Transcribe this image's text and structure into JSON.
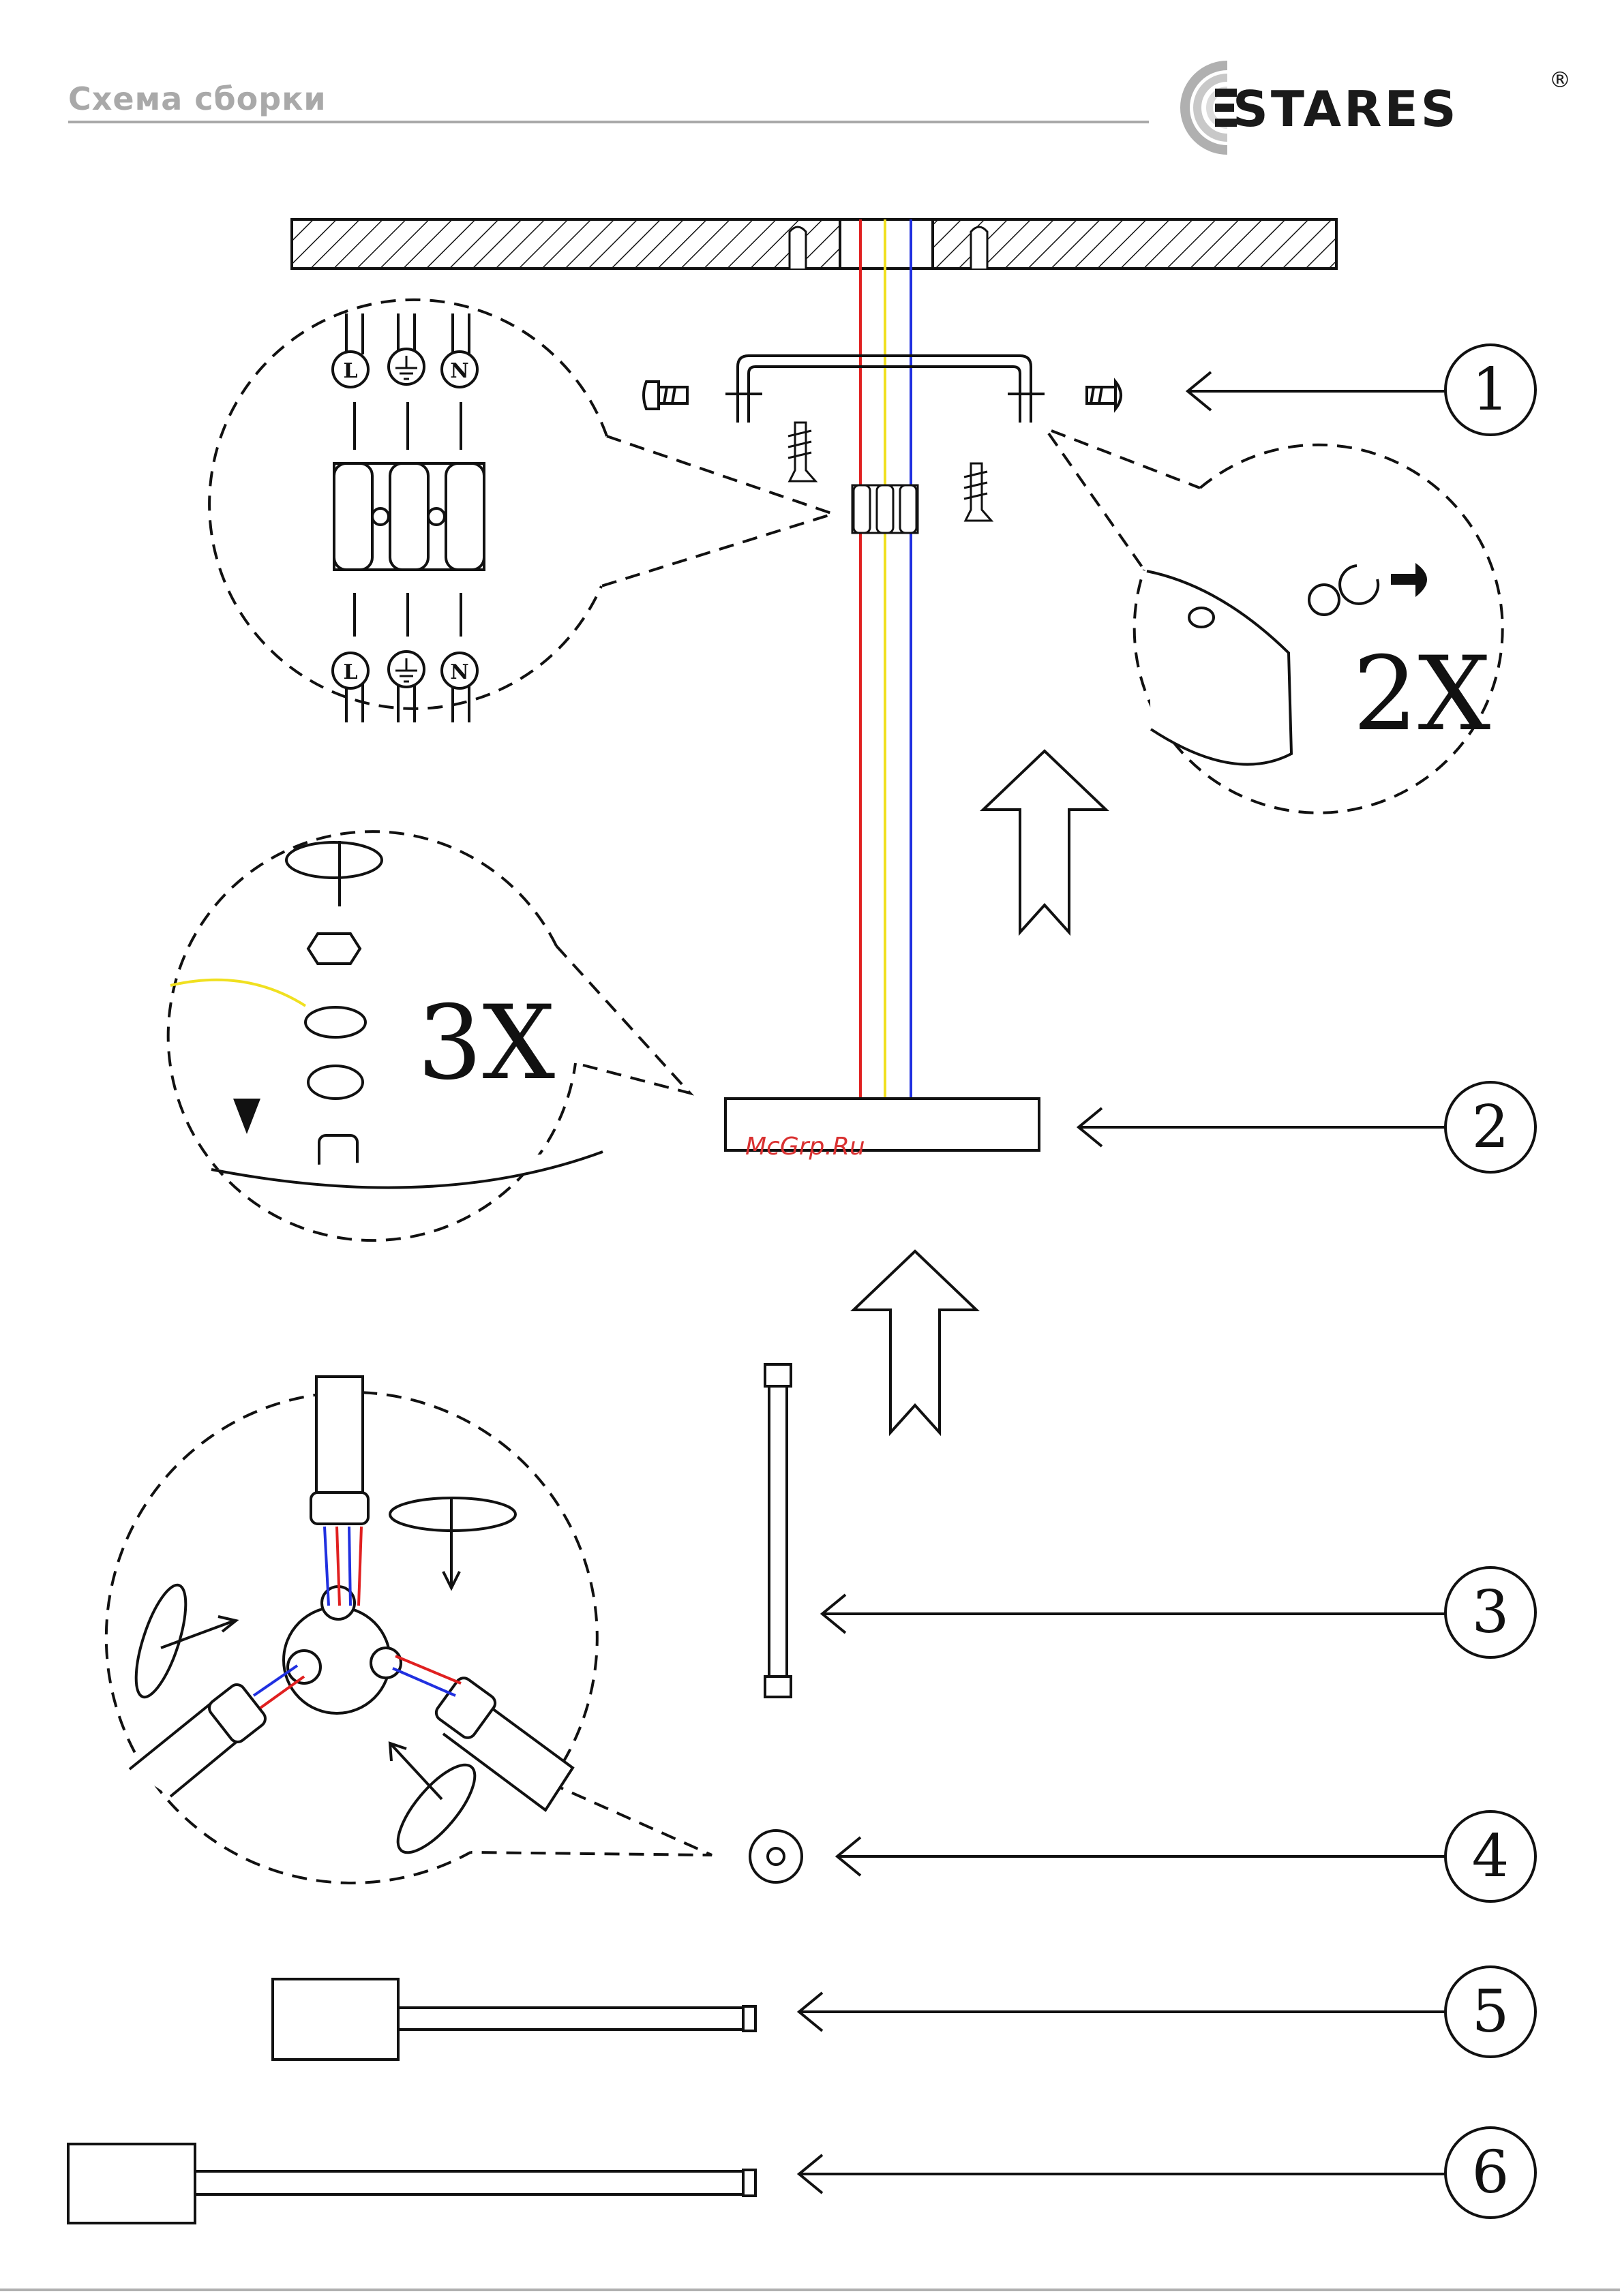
{
  "header": {
    "title": "Схема сборки"
  },
  "brand": {
    "name": "STARES",
    "registered_mark": "®"
  },
  "watermark": {
    "text": "McGrp.Ru"
  },
  "callouts": {
    "mult_bracket": "2X",
    "mult_base": "3X"
  },
  "terminal_labels": {
    "live": "L",
    "neutral": "N"
  },
  "steps": [
    "1",
    "2",
    "3",
    "4",
    "5",
    "6"
  ],
  "wire_colors": {
    "red": "#e02020",
    "yellow": "#f0e020",
    "blue": "#2030e0"
  }
}
